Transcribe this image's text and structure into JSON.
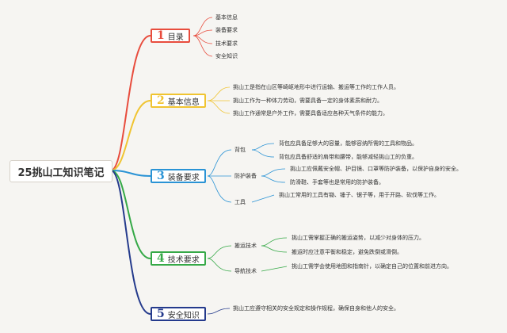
{
  "root": {
    "label": "25挑山工知识笔记"
  },
  "colors": {
    "b1": "#e84c3d",
    "b2": "#f0c431",
    "b3": "#2a93d5",
    "b4": "#35a947",
    "b5": "#243a8c",
    "root_link": "#f08a2b"
  },
  "branches": [
    {
      "num": "1",
      "label": "目录",
      "items": [
        "基本信息",
        "装备要求",
        "技术要求",
        "安全知识"
      ]
    },
    {
      "num": "2",
      "label": "基本信息",
      "items": [
        "挑山工是指在山区等崎岖地形中进行运输、搬运等工作的工作人员。",
        "挑山工作为一种体力劳动，需要具备一定的身体素质和耐力。",
        "挑山工作通常是户外工作，需要具备适应各种天气条件的能力。"
      ]
    },
    {
      "num": "3",
      "label": "装备要求",
      "subs": [
        {
          "label": "背包",
          "items": [
            "背包应具备足够大的容量，能够容纳所需的工具和物品。",
            "背包应具备舒适的肩带和腰带，能够减轻挑山工的负重。"
          ]
        },
        {
          "label": "防护装备",
          "items": [
            "挑山工应佩戴安全帽、护目镜、口罩等防护装备，以保护自身的安全。",
            "防滑鞋、手套等也是常用的防护装备。"
          ]
        },
        {
          "label": "工具",
          "items": [
            "挑山工常用的工具有锄、锤子、锯子等，用于开路、砍伐等工作。"
          ]
        }
      ]
    },
    {
      "num": "4",
      "label": "技术要求",
      "subs": [
        {
          "label": "搬运技术",
          "items": [
            "挑山工需掌握正确的搬运姿势，以减少对身体的压力。",
            "搬运时应注意平衡和稳定，避免跌倒或滑倒。"
          ]
        },
        {
          "label": "导航技术",
          "items": [
            "挑山工需学会使用地图和指南针，以确定自己的位置和前进方向。"
          ]
        }
      ]
    },
    {
      "num": "5",
      "label": "安全知识",
      "items": [
        "挑山工应遵守相关的安全规定和操作规程，确保自身和他人的安全。"
      ]
    }
  ]
}
